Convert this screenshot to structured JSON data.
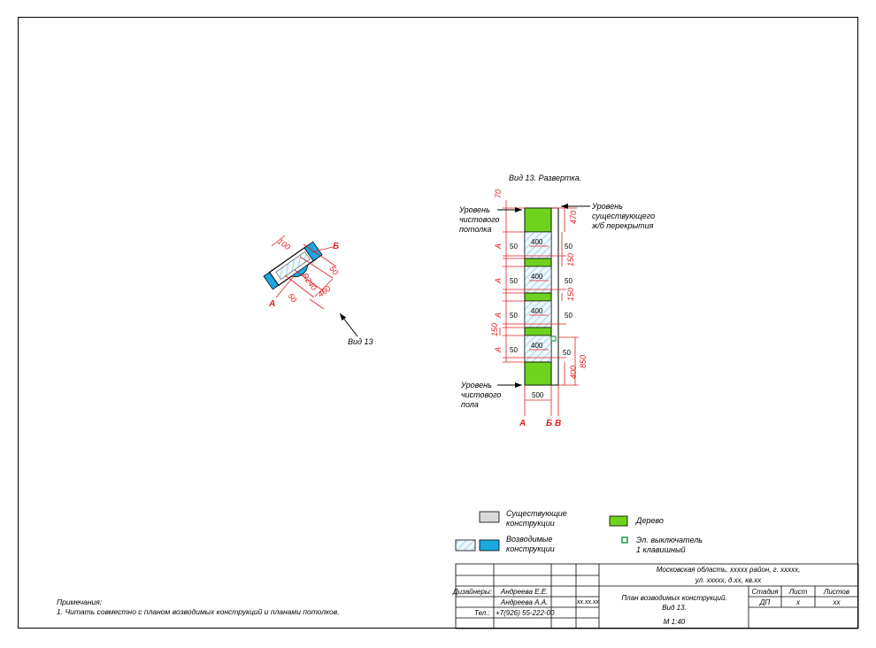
{
  "view_title": "Вид 13. Развертка.",
  "view_arrow_label": "Вид 13",
  "labels": {
    "ceiling_level": [
      "Уровень",
      "чистового",
      "потолка"
    ],
    "slab_level": [
      "Уровень",
      "существующего",
      "ж/б перекрытия"
    ],
    "floor_level": [
      "Уровень",
      "чистового",
      "пола"
    ]
  },
  "axes": [
    "А",
    "Б",
    "В"
  ],
  "plan_marks": {
    "a": "А",
    "b": "Б"
  },
  "plan_dims": [
    "100",
    "50",
    "R240",
    "50",
    "400"
  ],
  "elevation_dims": {
    "top": "70",
    "right_top": "470",
    "left_side": [
      "А",
      "А",
      "А",
      "А"
    ],
    "inner": [
      "400",
      "400",
      "400",
      "400"
    ],
    "side_50": [
      "50",
      "50",
      "50",
      "50",
      "50",
      "50",
      "50",
      "50"
    ],
    "right_150": [
      "150",
      "150"
    ],
    "left_150": "150",
    "right_850": "850",
    "right_400": "400",
    "bottom": "500"
  },
  "legend": {
    "existing": [
      "Существующие",
      "конструкции"
    ],
    "wood": "Дерево",
    "new": [
      "Возводимые",
      "конструкции"
    ],
    "switch": [
      "Эл. выключатель",
      "1 клавишный"
    ]
  },
  "colors": {
    "wood": "#6fd21f",
    "new": "#1aa8e0",
    "existing": "#d9d9d9",
    "dim": "#e02020",
    "switch": "#1a9a4a"
  },
  "notes": {
    "heading": "Примечания:",
    "line1": "1. Читать совместно с планом возводимых конструкций и планами потолков."
  },
  "title_block": {
    "address1": "Московская область, ххххх район, г. ххххх,",
    "address2": "ул. ххххх, д.хх, кв.хх",
    "designers_label": "Дизайнеры:",
    "designer1": "Андреева Е.Е.",
    "designer2": "Андреева А.А.",
    "date": "хх.хх.хх",
    "phone_label": "Тел.:",
    "phone": "+7(926) 55-222-00",
    "drawing_title1": "План возводимых конструкций.",
    "drawing_title2": "Вид 13.",
    "scale": "М  1:40",
    "stage_h": "Стадия",
    "sheet_h": "Лист",
    "sheets_h": "Листов",
    "stage": "ДП",
    "sheet": "х",
    "sheets": "хх"
  }
}
